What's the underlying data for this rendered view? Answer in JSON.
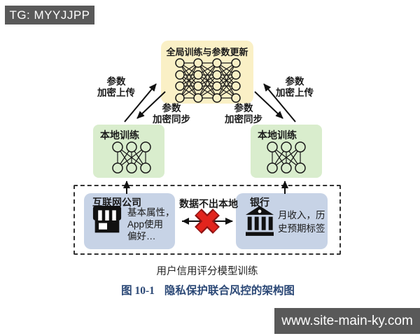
{
  "badge": {
    "text": "TG: MYYJJPP"
  },
  "watermark": {
    "text": "www.site-main-ky.com"
  },
  "diagram": {
    "global": {
      "title": "全局训练与参数更新",
      "network": {
        "layers": 4,
        "nodes_per_layer": 4
      }
    },
    "local_left": {
      "title": "本地训练",
      "network": {
        "layers": 2,
        "nodes_per_layer": 3
      }
    },
    "local_right": {
      "title": "本地训练",
      "network": {
        "layers": 2,
        "nodes_per_layer": 3
      }
    },
    "edge_labels": {
      "left_upload": [
        "参数",
        "加密上传"
      ],
      "left_sync": [
        "参数",
        "加密同步"
      ],
      "right_upload": [
        "参数",
        "加密上传"
      ],
      "right_sync": [
        "参数",
        "加密同步"
      ]
    },
    "privacy_zone": {
      "no_data_out": "数据不出本地",
      "internet_company": {
        "title": "互联网公司",
        "icon": "storefront-icon",
        "lines": [
          "基本属性，",
          "App使用",
          "偏好…"
        ]
      },
      "bank": {
        "title": "银行",
        "icon": "bank-icon",
        "lines": [
          "月收入，历",
          "史预期标签"
        ]
      },
      "zone_caption": "用户信用评分模型训练"
    },
    "figure_caption": {
      "number": "图 10-1",
      "title": "隐私保护联合风控的架构图"
    }
  },
  "colors": {
    "global_box_bg": "#FAF0C6",
    "local_box_bg": "#D9EDCD",
    "party_box_bg": "#C7D3E6",
    "bar_bg": "#595959",
    "caption_color": "#2B4876",
    "cross_red": "#E2241D",
    "cross_red_dark": "#8F1212"
  }
}
